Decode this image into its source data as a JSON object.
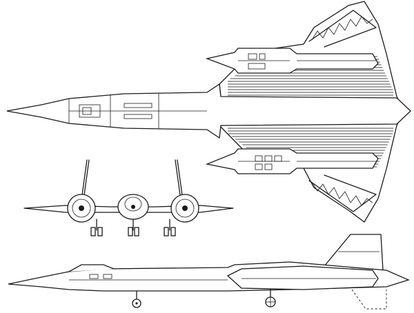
{
  "drawing": {
    "views": [
      "top-view",
      "front-view",
      "side-view"
    ],
    "line_color": "#1a1a1a",
    "background_color": "#ffffff"
  }
}
